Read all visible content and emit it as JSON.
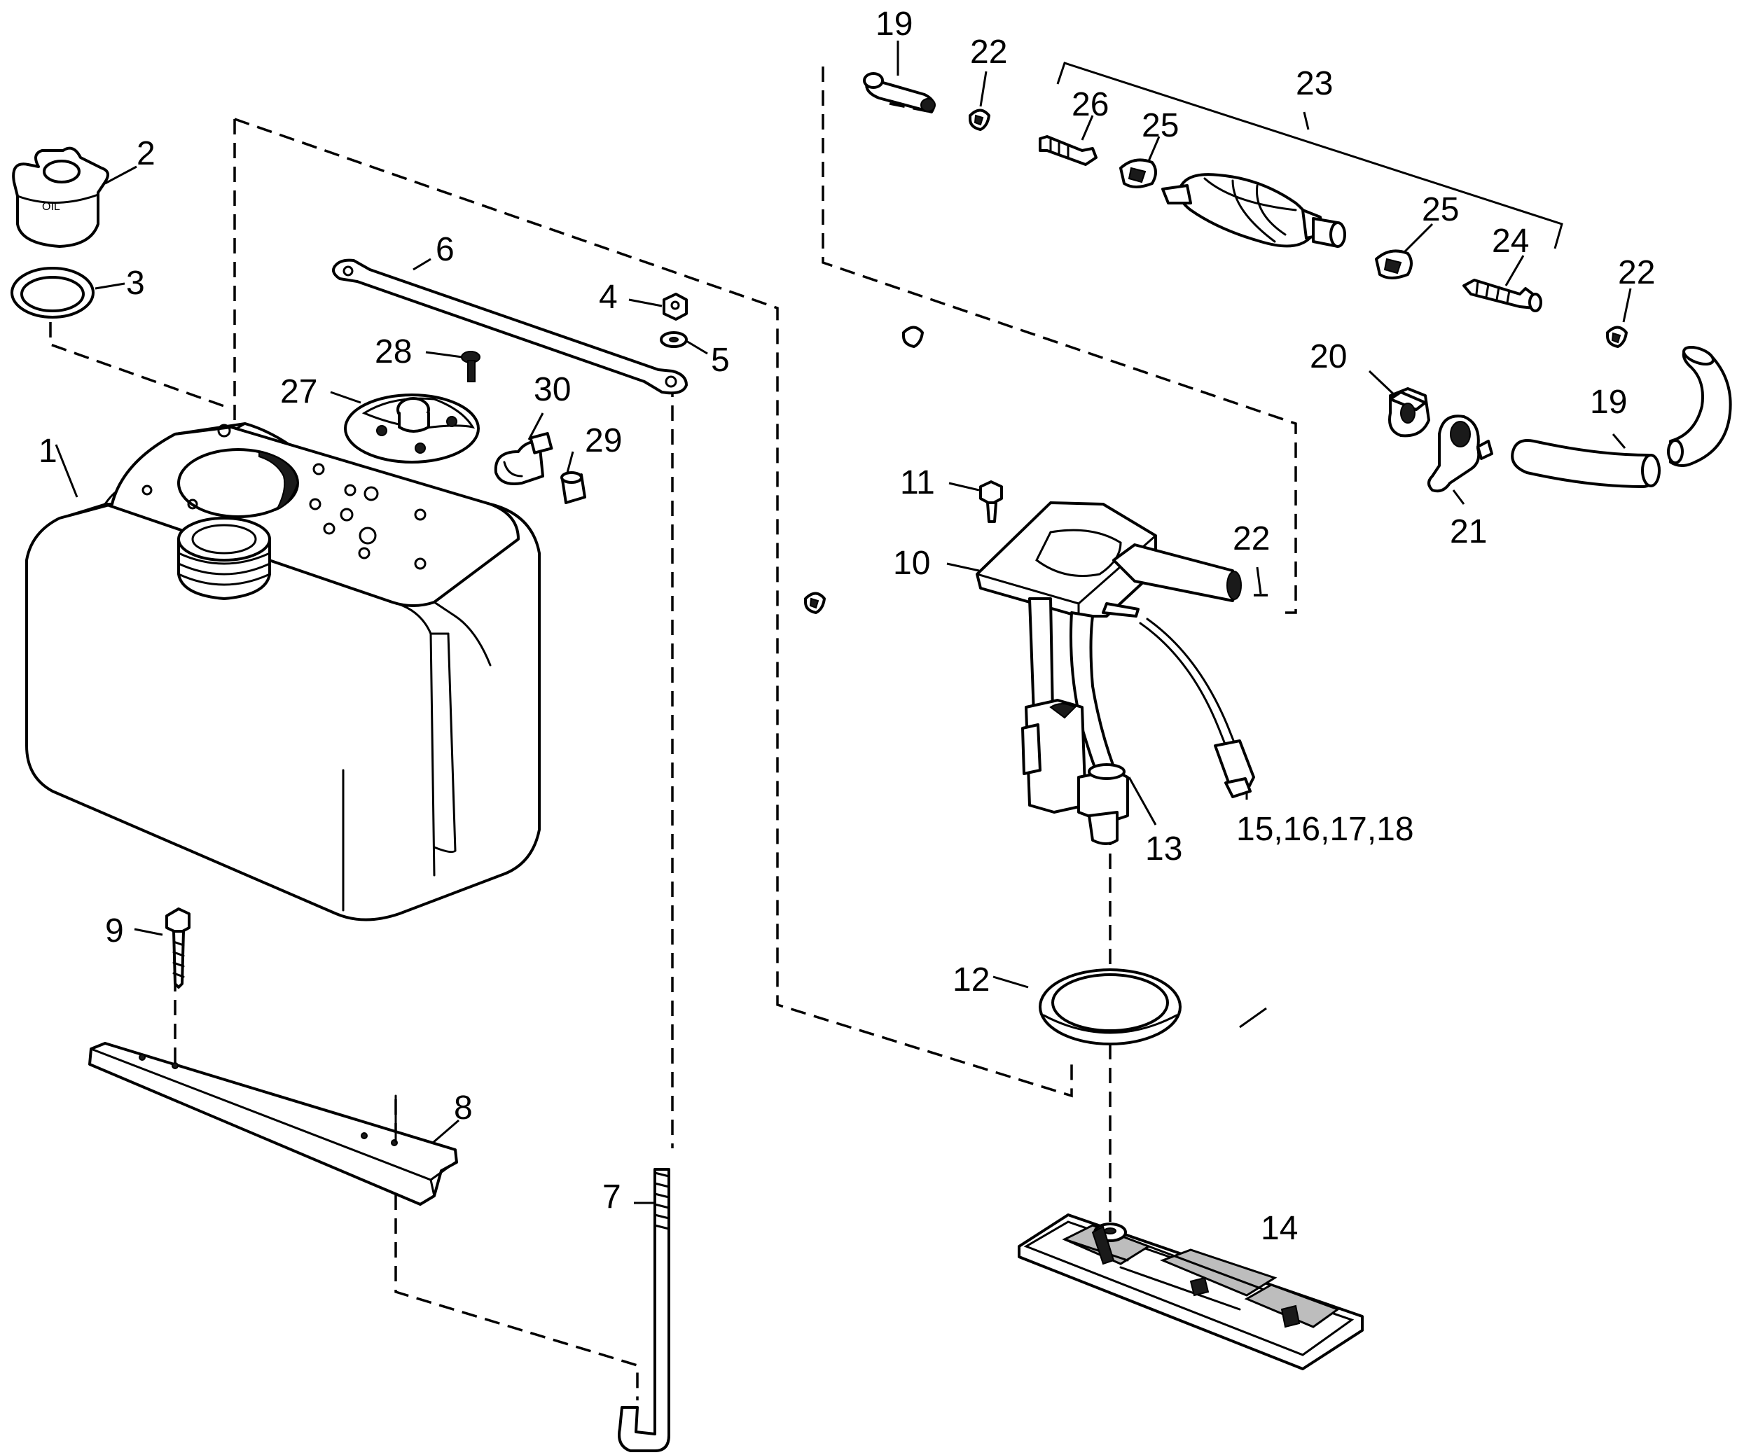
{
  "callouts": {
    "c1": "1",
    "c2": "2",
    "c3": "3",
    "c4": "4",
    "c5": "5",
    "c6": "6",
    "c7": "7",
    "c8": "8",
    "c9": "9",
    "c10": "10",
    "c11": "11",
    "c12": "12",
    "c13": "13",
    "c14": "14",
    "c15_18": "15,16,17,18",
    "c19a": "19",
    "c19b": "19",
    "c20": "20",
    "c21": "21",
    "c22a": "22",
    "c22b": "22",
    "c22c": "22",
    "c23": "23",
    "c24": "24",
    "c25a": "25",
    "c25b": "25",
    "c26": "26",
    "c27": "27",
    "c28": "28",
    "c29": "29",
    "c30": "30"
  }
}
